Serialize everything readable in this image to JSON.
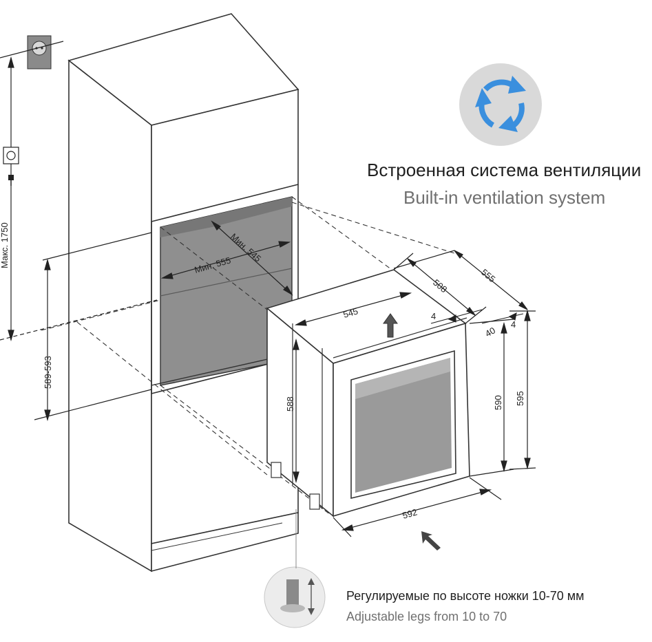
{
  "ventilation": {
    "icon": "rotating-arrows-icon",
    "label_ru": "Встроенная система вентиляции",
    "label_en": "Built-in ventilation system"
  },
  "legs": {
    "icon": "adjustable-leg-icon",
    "label_ru": "Регулируемые по высоте ножки 10-70 мм",
    "label_en": "Adjustable legs from 10 to 70"
  },
  "dimensions": {
    "max_height": "Макс. 1750",
    "niche_height": "589-593",
    "min_width": "Мин. 555",
    "min_depth": "Мин. 545",
    "appliance_width_top": "545",
    "depth_508": "508",
    "depth_555": "555",
    "gap_left": "4",
    "gap_right": "4",
    "door_width": "40",
    "height_588": "588",
    "height_590": "590",
    "height_595": "595",
    "front_width": "592"
  },
  "icons": [
    "socket-icon",
    "plug-icon",
    "lift-arrow-icon",
    "front-arrow-icon"
  ],
  "colors": {
    "accent": "#3a8fde",
    "icon_bg": "#d9d9d9",
    "niche": "#8f8f8f",
    "glass": "#9a9a9a"
  }
}
